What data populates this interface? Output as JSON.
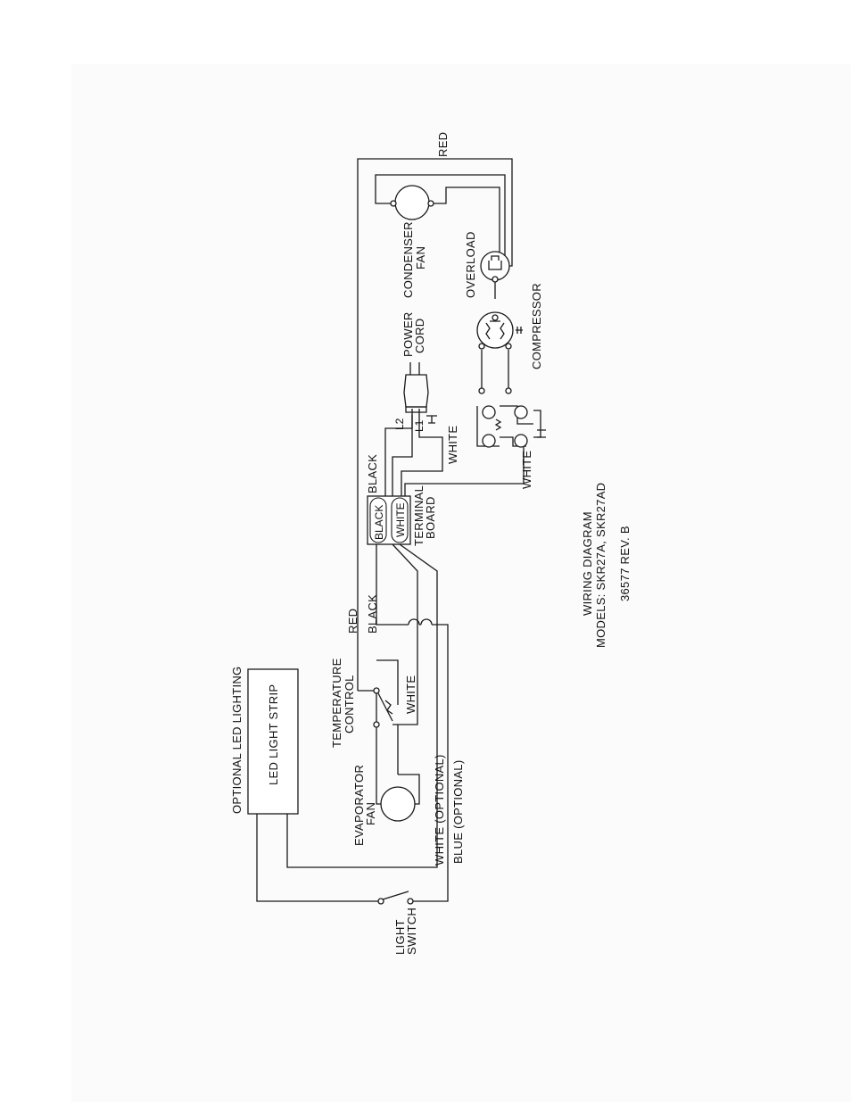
{
  "components": {
    "optional_led_lighting": "OPTIONAL LED LIGHTING",
    "led_light_strip": "LED LIGHT STRIP",
    "evaporator_fan": [
      "EVAPORATOR",
      "FAN"
    ],
    "temperature_control": [
      "TEMPERATURE",
      "CONTROL"
    ],
    "light_switch": [
      "LIGHT",
      "SWITCH"
    ],
    "terminal_board": [
      "TERMINAL",
      "BOARD"
    ],
    "terminal_black": "BLACK",
    "terminal_white": "WHITE",
    "power_cord": [
      "POWER",
      "CORD"
    ],
    "l2": "L2",
    "l1": "L1",
    "condenser_fan": [
      "CONDENSER",
      "FAN"
    ],
    "overload": "OVERLOAD",
    "compressor": "COMPRESSOR"
  },
  "wire_labels": {
    "red_top": "RED",
    "black_upper": "BLACK",
    "white_cord": "WHITE",
    "white_comp": "WHITE",
    "red_left": "RED",
    "black_left": "BLACK",
    "white_temp": "WHITE",
    "white_optional": "WHITE (OPTIONAL)",
    "blue_optional": "BLUE (OPTIONAL)"
  },
  "title_block": {
    "line1": "WIRING DIAGRAM",
    "line2": "MODELS:  SKR27A, SKR27AD",
    "line3": "36577 REV. B"
  }
}
